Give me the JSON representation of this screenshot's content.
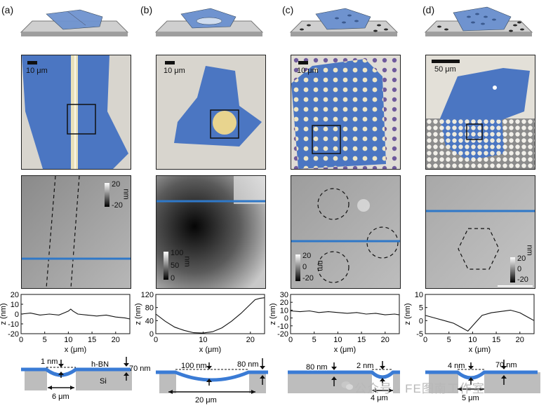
{
  "panels": {
    "a": {
      "label": "(a)",
      "scale_bar": "10 μm",
      "colorbar": {
        "max": "20",
        "min": "-20",
        "unit": "nm"
      },
      "schematic": {
        "dip": "1 nm",
        "film": "h-BN",
        "substrate": "Si",
        "height": "70 nm",
        "width": "6 μm"
      }
    },
    "b": {
      "label": "(b)",
      "scale_bar": "10 μm",
      "colorbar": {
        "max": "100",
        "mid": "50",
        "min": "0",
        "unit": "nm"
      },
      "schematic": {
        "dip": "100 nm",
        "height": "80 nm",
        "width": "20 μm"
      }
    },
    "c": {
      "label": "(c)",
      "scale_bar": "10 μm",
      "colorbar": {
        "max": "20",
        "mid": "0",
        "min": "-20",
        "unit": "nm"
      },
      "schematic": {
        "height": "80 nm",
        "dip": "2 nm",
        "width": "4 μm"
      }
    },
    "d": {
      "label": "(d)",
      "scale_bar": "50 μm",
      "colorbar": {
        "max": "20",
        "mid": "0",
        "min": "-20",
        "unit": "nm"
      },
      "schematic": {
        "dip": "4 nm",
        "height": "70 nm",
        "width": "5 μm"
      }
    }
  },
  "watermark": "公众号 · FE图南工作室",
  "colors": {
    "flake": "#4a78c4",
    "profile_line": "#3a7bd5",
    "substrate": "#bdbdbd"
  },
  "chart_data": [
    {
      "type": "line",
      "xlabel": "x (μm)",
      "ylabel": "z (nm)",
      "xlim": [
        0,
        23
      ],
      "ylim": [
        -20,
        20
      ],
      "xticks": [
        "0",
        "5",
        "10",
        "15",
        "20"
      ],
      "yticks": [
        "20",
        "10",
        "0",
        "-10",
        "-20"
      ],
      "x": [
        0,
        2,
        4,
        6,
        8,
        9,
        10,
        10.5,
        11,
        12,
        14,
        16,
        18,
        20,
        22,
        23
      ],
      "y": [
        0,
        1,
        -1,
        0,
        -1,
        1,
        3,
        5,
        3,
        0,
        -1,
        -2,
        -1,
        -3,
        -4,
        -5
      ]
    },
    {
      "type": "line",
      "xlabel": "x (μm)",
      "ylabel": "z (nm)",
      "xlim": [
        0,
        23
      ],
      "ylim": [
        0,
        120
      ],
      "xticks": [
        "0",
        "10",
        "20"
      ],
      "yticks": [
        "120",
        "80",
        "40",
        "0"
      ],
      "x": [
        0,
        2,
        4,
        6,
        8,
        10,
        12,
        14,
        16,
        18,
        20,
        21,
        22,
        23
      ],
      "y": [
        60,
        38,
        20,
        10,
        3,
        2,
        6,
        18,
        38,
        62,
        90,
        104,
        108,
        110
      ]
    },
    {
      "type": "line",
      "xlabel": "x (μm)",
      "ylabel": "z (nm)",
      "xlim": [
        0,
        23
      ],
      "ylim": [
        -20,
        30
      ],
      "xticks": [
        "0",
        "5",
        "10",
        "15",
        "20"
      ],
      "yticks": [
        "30",
        "20",
        "10",
        "0",
        "-10",
        "-20"
      ],
      "x": [
        0,
        2,
        4,
        6,
        8,
        10,
        12,
        14,
        16,
        18,
        20,
        22,
        23
      ],
      "y": [
        9,
        8,
        9,
        7,
        8,
        7,
        6,
        7,
        5,
        6,
        4,
        5,
        4
      ]
    },
    {
      "type": "line",
      "xlabel": "x (μm)",
      "ylabel": "z (nm)",
      "xlim": [
        0,
        23
      ],
      "ylim": [
        -5,
        10
      ],
      "xticks": [
        "0",
        "5",
        "10",
        "15",
        "20"
      ],
      "yticks": [
        "10",
        "5",
        "0",
        "-5"
      ],
      "x": [
        0,
        2,
        4,
        6,
        8,
        9,
        10,
        11,
        12,
        14,
        16,
        18,
        20,
        21,
        22,
        23
      ],
      "y": [
        2,
        1,
        0,
        -1,
        -3,
        -4,
        -2,
        0,
        2,
        3,
        3.5,
        4,
        3,
        2,
        1,
        0
      ]
    }
  ]
}
